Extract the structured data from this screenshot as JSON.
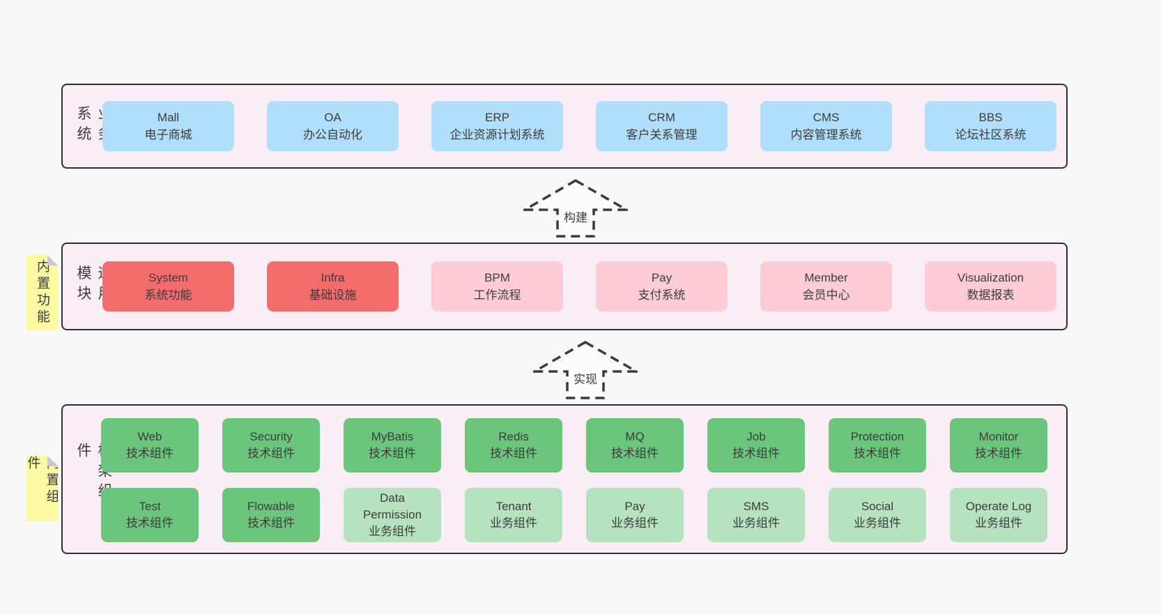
{
  "colors": {
    "page_bg": "#f8f8f8",
    "band_bg": "#f9edf6",
    "band_border": "#2e2e2e",
    "box_text": "#3c3c3c",
    "blue": "#b1defa",
    "red": "#f56c6c",
    "pink": "#fdccd6",
    "green_dark": "#6cc57c",
    "green_light": "#b7e2bf",
    "note_bg": "#fbf9a3",
    "note_fold": "#c9c9c9",
    "arrow_stroke": "#3b3b3b",
    "arrow_fill": "#fcfcfc"
  },
  "bands": {
    "business": {
      "label": "业务系统",
      "boxes": [
        {
          "en": "Mall",
          "zh": "电子商城"
        },
        {
          "en": "OA",
          "zh": "办公自动化"
        },
        {
          "en": "ERP",
          "zh": "企业资源计划系统"
        },
        {
          "en": "CRM",
          "zh": "客户关系管理"
        },
        {
          "en": "CMS",
          "zh": "内容管理系统"
        },
        {
          "en": "BBS",
          "zh": "论坛社区系统"
        }
      ]
    },
    "common": {
      "label": "通用模块",
      "note": "内置功能",
      "boxes": [
        {
          "en": "System",
          "zh": "系统功能",
          "variant": "red"
        },
        {
          "en": "Infra",
          "zh": "基础设施",
          "variant": "red"
        },
        {
          "en": "BPM",
          "zh": "工作流程",
          "variant": "pink"
        },
        {
          "en": "Pay",
          "zh": "支付系统",
          "variant": "pink"
        },
        {
          "en": "Member",
          "zh": "会员中心",
          "variant": "pink"
        },
        {
          "en": "Visualization",
          "zh": "数据报表",
          "variant": "pink"
        }
      ]
    },
    "framework": {
      "label": "框架组件",
      "note": "内置组件",
      "row1": [
        {
          "en": "Web",
          "zh": "技术组件",
          "variant": "green_dark"
        },
        {
          "en": "Security",
          "zh": "技术组件",
          "variant": "green_dark"
        },
        {
          "en": "MyBatis",
          "zh": "技术组件",
          "variant": "green_dark"
        },
        {
          "en": "Redis",
          "zh": "技术组件",
          "variant": "green_dark"
        },
        {
          "en": "MQ",
          "zh": "技术组件",
          "variant": "green_dark"
        },
        {
          "en": "Job",
          "zh": "技术组件",
          "variant": "green_dark"
        },
        {
          "en": "Protection",
          "zh": "技术组件",
          "variant": "green_dark"
        },
        {
          "en": "Monitor",
          "zh": "技术组件",
          "variant": "green_dark"
        }
      ],
      "row2": [
        {
          "en": "Test",
          "zh": "技术组件",
          "variant": "green_dark"
        },
        {
          "en": "Flowable",
          "zh": "技术组件",
          "variant": "green_dark"
        },
        {
          "en": "Data Permission",
          "zh": "业务组件",
          "variant": "green_light"
        },
        {
          "en": "Tenant",
          "zh": "业务组件",
          "variant": "green_light"
        },
        {
          "en": "Pay",
          "zh": "业务组件",
          "variant": "green_light"
        },
        {
          "en": "SMS",
          "zh": "业务组件",
          "variant": "green_light"
        },
        {
          "en": "Social",
          "zh": "业务组件",
          "variant": "green_light"
        },
        {
          "en": "Operate Log",
          "zh": "业务组件",
          "variant": "green_light"
        }
      ]
    }
  },
  "arrows": {
    "build": {
      "label": "构建"
    },
    "implement": {
      "label": "实现"
    }
  }
}
